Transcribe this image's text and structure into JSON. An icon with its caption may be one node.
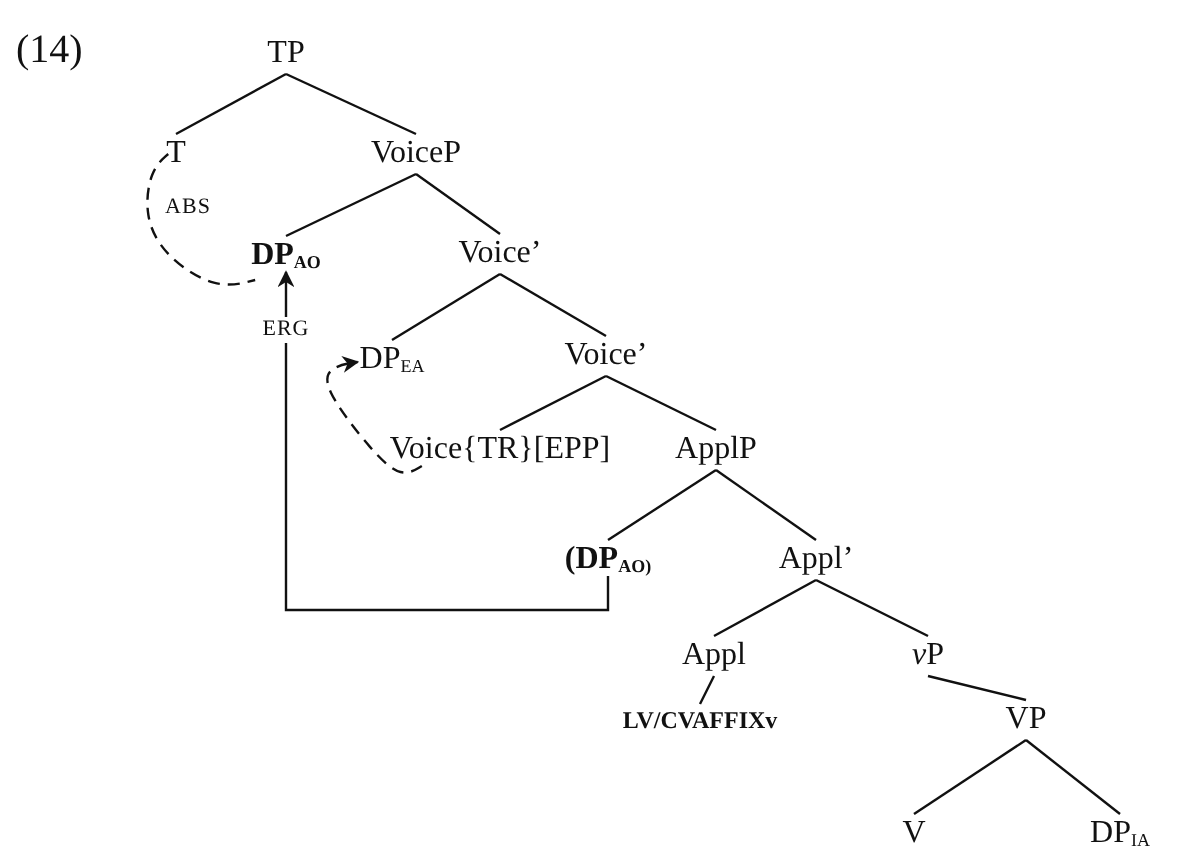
{
  "diagram": {
    "nodes": [
      {
        "text": [
          "TP"
        ]
      },
      {
        "text": [
          "T"
        ]
      },
      {
        "text": [
          "VoiceP"
        ]
      },
      {
        "text": [
          "DP$_{AO}$"
        ]
      },
      {
        "text": [
          "Voice’"
        ]
      },
      {
        "text": [
          "DP$_{EA}$"
        ]
      },
      {
        "text": [
          "Voice’"
        ]
      },
      {
        "text": [
          "Voice{TR}[EPP]"
        ]
      },
      {
        "text": [
          "ApplP"
        ]
      },
      {
        "text": [
          "(DP$_{AO)}$"
        ]
      },
      {
        "text": [
          "Appl’"
        ]
      },
      {
        "text": [
          "Appl"
        ]
      },
      {
        "text": [
          "vP"
        ]
      },
      {
        "text": [
          "LV/CVAFFIXv"
        ]
      },
      {
        "text": [
          "VP"
        ]
      },
      {
        "text": [
          "V"
        ]
      },
      {
        "text": [
          "DP$_{IA}$"
        ]
      }
    ],
    "edges": [
      {
        "from": 0,
        "to": 1,
        "arrow": "none"
      },
      {
        "from": 0,
        "to": 2,
        "arrow": "none"
      },
      {
        "from": 2,
        "to": 3,
        "arrow": "none"
      },
      {
        "from": 2,
        "to": 4,
        "arrow": "none"
      },
      {
        "from": 4,
        "to": 5,
        "arrow": "none"
      },
      {
        "from": 4,
        "to": 6,
        "arrow": "none"
      },
      {
        "from": 6,
        "to": 7,
        "arrow": "none"
      },
      {
        "from": 6,
        "to": 8,
        "arrow": "none"
      },
      {
        "from": 8,
        "to": 9,
        "arrow": "none"
      },
      {
        "from": 8,
        "to": 10,
        "arrow": "none"
      },
      {
        "from": 10,
        "to": 11,
        "arrow": "none"
      },
      {
        "from": 10,
        "to": 12,
        "arrow": "none"
      },
      {
        "from": 11,
        "to": 13,
        "arrow": "none"
      },
      {
        "from": 12,
        "to": 14,
        "arrow": "none"
      },
      {
        "from": 14,
        "to": 15,
        "arrow": "none"
      },
      {
        "from": 14,
        "to": 16,
        "arrow": "none"
      },
      {
        "from": 9,
        "to": 3,
        "arrow": "to",
        "label": "ERG"
      },
      {
        "from": 1,
        "to": 3,
        "arrow": "none",
        "style": "dashed",
        "label": "ABS"
      },
      {
        "from": 7,
        "to": 5,
        "arrow": "to",
        "style": "dashed"
      }
    ],
    "labels": [
      "(14)"
    ]
  }
}
